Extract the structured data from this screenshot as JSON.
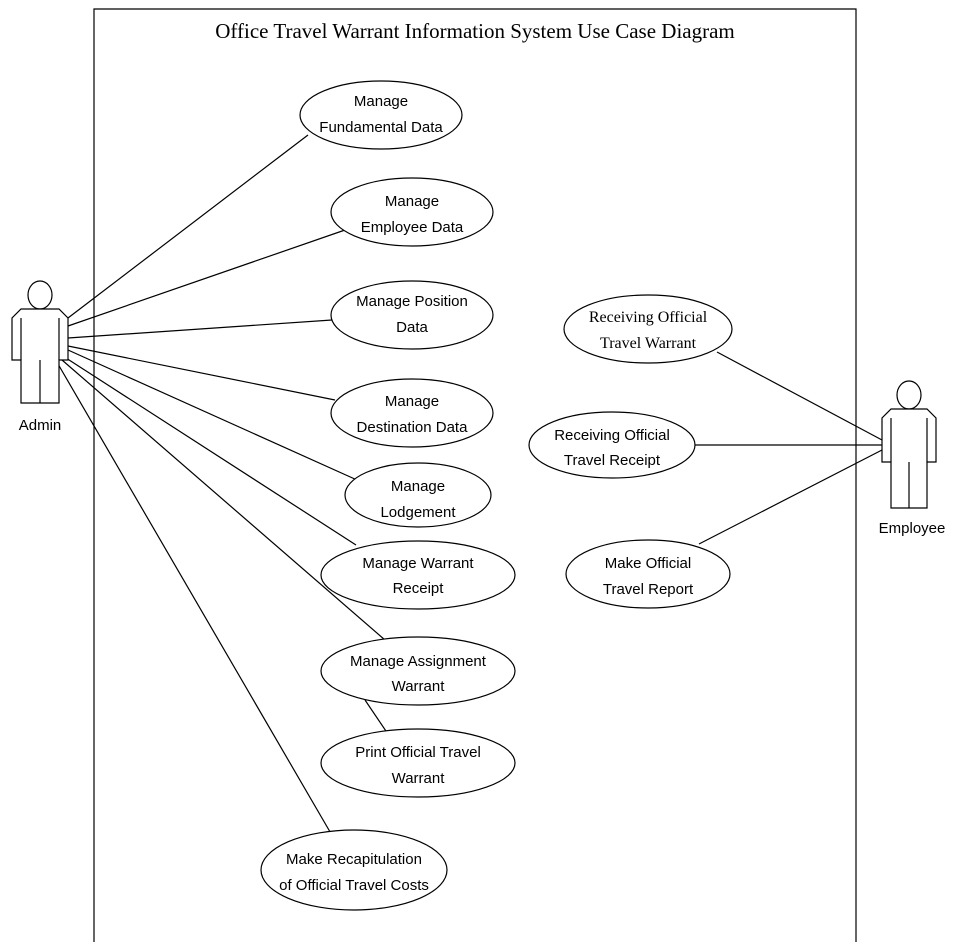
{
  "diagram": {
    "title": "Office Travel Warrant Information System Use Case Diagram",
    "actors": {
      "admin": {
        "label": "Admin"
      },
      "employee": {
        "label": "Employee"
      }
    },
    "use_cases": {
      "manage_fundamental_data": {
        "line1": "Manage",
        "line2": "Fundamental Data"
      },
      "manage_employee_data": {
        "line1": "Manage",
        "line2": "Employee Data"
      },
      "manage_position_data": {
        "line1": "Manage Position",
        "line2": "Data"
      },
      "manage_destination_data": {
        "line1": "Manage",
        "line2": "Destination Data"
      },
      "manage_lodgement": {
        "line1": "Manage",
        "line2": "Lodgement"
      },
      "manage_warrant_receipt": {
        "line1": "Manage Warrant",
        "line2": "Receipt"
      },
      "manage_assignment_warrant": {
        "line1": "Manage Assignment",
        "line2": "Warrant"
      },
      "print_official_travel_warrant": {
        "line1": "Print Official Travel",
        "line2": "Warrant"
      },
      "make_recapitulation": {
        "line1": "Make Recapitulation",
        "line2": "of Official Travel Costs"
      },
      "receiving_official_travel_warrant": {
        "line1": "Receiving Official",
        "line2": "Travel Warrant"
      },
      "receiving_official_travel_receipt": {
        "line1": "Receiving Official",
        "line2": "Travel Receipt"
      },
      "make_official_travel_report": {
        "line1": "Make Official",
        "line2": "Travel Report"
      }
    }
  }
}
